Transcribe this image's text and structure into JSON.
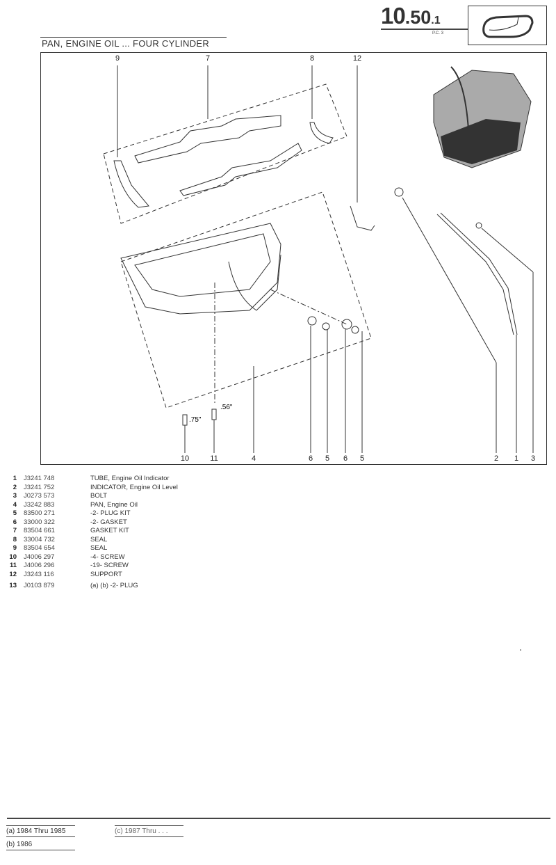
{
  "header": {
    "section_major": "10",
    "section_minor": "50",
    "section_sub": "1",
    "pc_label": "P.C. 3",
    "title": "PAN, ENGINE OIL ... FOUR CYLINDER",
    "icon": "oil-pan-icon"
  },
  "diagram": {
    "callouts_top": [
      "9",
      "7",
      "8",
      "12"
    ],
    "callouts_bottom": [
      "10",
      "11",
      "4",
      "6",
      "5",
      "6",
      "5",
      "2",
      "1",
      "3"
    ],
    "dimension_a": ".75\"",
    "dimension_b": ".56\""
  },
  "parts": [
    {
      "num": "1",
      "part": "J3241 748",
      "desc": "TUBE, Engine Oil Indicator"
    },
    {
      "num": "2",
      "part": "J3241 752",
      "desc": "INDICATOR, Engine Oil Level"
    },
    {
      "num": "3",
      "part": "J0273 573",
      "desc": "BOLT"
    },
    {
      "num": "4",
      "part": "J3242 883",
      "desc": "PAN, Engine Oil"
    },
    {
      "num": "5",
      "part": "83500 271",
      "desc": "-2- PLUG KIT"
    },
    {
      "num": "6",
      "part": "33000 322",
      "desc": "-2- GASKET"
    },
    {
      "num": "7",
      "part": "83504 661",
      "desc": "GASKET KIT"
    },
    {
      "num": "8",
      "part": "33004 732",
      "desc": "SEAL"
    },
    {
      "num": "9",
      "part": "83504 654",
      "desc": "SEAL"
    },
    {
      "num": "10",
      "part": "J4006 297",
      "desc": "-4- SCREW"
    },
    {
      "num": "11",
      "part": "J4006 296",
      "desc": "-19- SCREW"
    },
    {
      "num": "12",
      "part": "J3243 116",
      "desc": "SUPPORT"
    }
  ],
  "cut_row": {
    "num": "13",
    "part": "J0103 879",
    "desc": "(a) (b) -2- PLUG"
  },
  "footnotes": {
    "a": "(a) 1984 Thru 1985",
    "b": "(b) 1986",
    "c": "(c) 1987 Thru . . ."
  }
}
